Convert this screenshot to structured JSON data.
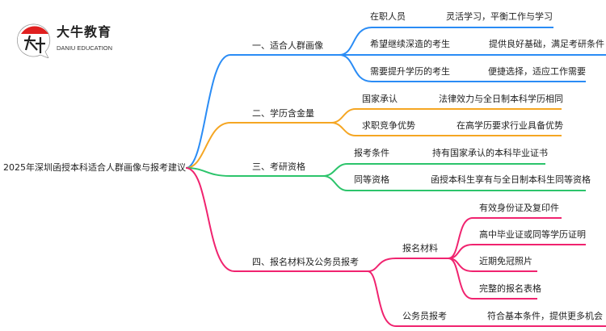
{
  "logo": {
    "title": "大牛教育",
    "subtitle": "DANIU EDUCATION",
    "mark": "大牛"
  },
  "colors": {
    "b1": "#2a8cf5",
    "b2": "#f5a623",
    "b3": "#2cc46b",
    "b4": "#f0236f"
  },
  "root": "2025年深圳函授本科适合人群画像与报考建议",
  "branches": [
    {
      "label": "一、适合人群画像",
      "children": [
        {
          "label": "在职人员",
          "detail": "灵活学习，平衡工作与学习"
        },
        {
          "label": "希望继续深造的考生",
          "detail": "提供良好基础，满足考研条件"
        },
        {
          "label": "需要提升学历的考生",
          "detail": "便捷选择，适应工作需要"
        }
      ]
    },
    {
      "label": "二、学历含金量",
      "children": [
        {
          "label": "国家承认",
          "detail": "法律效力与全日制本科学历相同"
        },
        {
          "label": "求职竞争优势",
          "detail": "在高学历要求行业具备优势"
        }
      ]
    },
    {
      "label": "三、考研资格",
      "children": [
        {
          "label": "报考条件",
          "detail": "持有国家承认的本科毕业证书"
        },
        {
          "label": "同等资格",
          "detail": "函授本科生享有与全日制本科生同等资格"
        }
      ]
    },
    {
      "label": "四、报名材料及公务员报考",
      "children": [
        {
          "label": "报名材料",
          "items": [
            "有效身份证及复印件",
            "高中毕业证或同等学历证明",
            "近期免冠照片",
            "完整的报名表格"
          ]
        },
        {
          "label": "公务员报考",
          "detail": "符合基本条件，提供更多机会"
        }
      ]
    }
  ]
}
